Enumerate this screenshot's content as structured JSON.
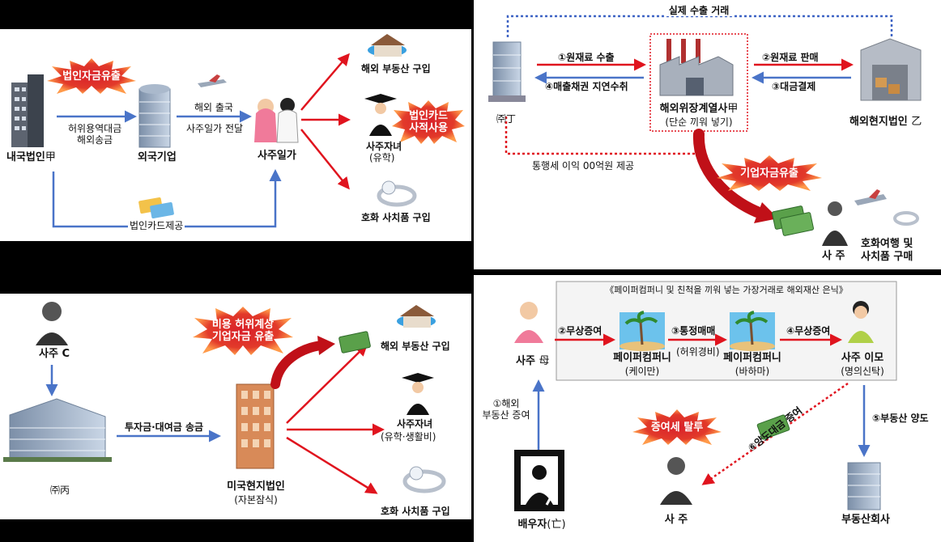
{
  "panel1": {
    "burst_fund": "법인자금유출",
    "burst_card": "법인카드\n사적사용",
    "domestic_corp": "내국법인",
    "domestic_suffix": "甲",
    "fake_service": "허위용역대금\n해외송금",
    "foreign_company": "외국기업",
    "departure": "해외 출국",
    "deliver": "사주일가 전달",
    "owner_family": "사주일가",
    "overseas_realty": "해외 부동산 구입",
    "child": "사주자녀",
    "child_sub": "(유학)",
    "luxury": "호화 사치품 구입",
    "card_provided": "법인카드제공"
  },
  "panel2": {
    "actual_export": "실제 수출 거래",
    "step1": "①원재료 수출",
    "step2": "②원재료 판매",
    "step3": "③대금결제",
    "step4": "④매출채권 지연수취",
    "company_ding": "㈜丁",
    "overseas_affiliate": "해외위장계열사",
    "affiliate_suffix": "甲",
    "affiliate_sub": "(단순 끼워 넣기)",
    "local_corp": "해외현지법인",
    "local_suffix": "乙",
    "pass_through": "통행세 이익 00억원 제공",
    "burst": "기업자금유출",
    "owner": "사 주",
    "travel": "호화여행 및\n사치품 구매"
  },
  "panel3": {
    "owner_c": "사주 C",
    "company_byeong": "㈜丙",
    "investment": "투자금·대여금 송금",
    "us_corp": "미국현지법인",
    "us_corp_sub": "(자본잠식)",
    "burst": "비용 허위계상\n기업자금 유출",
    "overseas_realty": "해외 부동산 구입",
    "child": "사주자녀",
    "child_sub": "(유학·생활비)",
    "luxury": "호화 사치품 구입"
  },
  "panel4": {
    "box_title": "《페이퍼컴퍼니 및 친척을 끼워 넣는 가장거래로 해외재산 은닉》",
    "owner_mother": "사주",
    "mother_suffix": "母",
    "gift2": "②무상증여",
    "trade3": "③통정매매",
    "trade3_sub": "(허위경비)",
    "gift4": "④무상증여",
    "paper_cayman": "페이퍼컴퍼니",
    "cayman_sub": "(케이만)",
    "paper_bahamas": "페이퍼컴퍼니",
    "bahamas_sub": "(바하마)",
    "aunt": "사주 이모",
    "aunt_sub": "(명의신탁)",
    "gift1": "①해외\n부동산 증여",
    "burst": "증여세 탈루",
    "transfer6": "⑥양도대금 증여",
    "transfer5": "⑤부동산 양도",
    "spouse": "배우자",
    "spouse_suffix": "(亡)",
    "owner": "사 주",
    "realty_company": "부동산회사"
  },
  "colors": {
    "red_arrow": "#e0141e",
    "blue_arrow": "#4a74c8",
    "burst_fill": "#d8202a",
    "burst_edge": "#ff6a3a",
    "dotted_red": "#e0141e",
    "dotted_blue": "#3e63c4"
  }
}
